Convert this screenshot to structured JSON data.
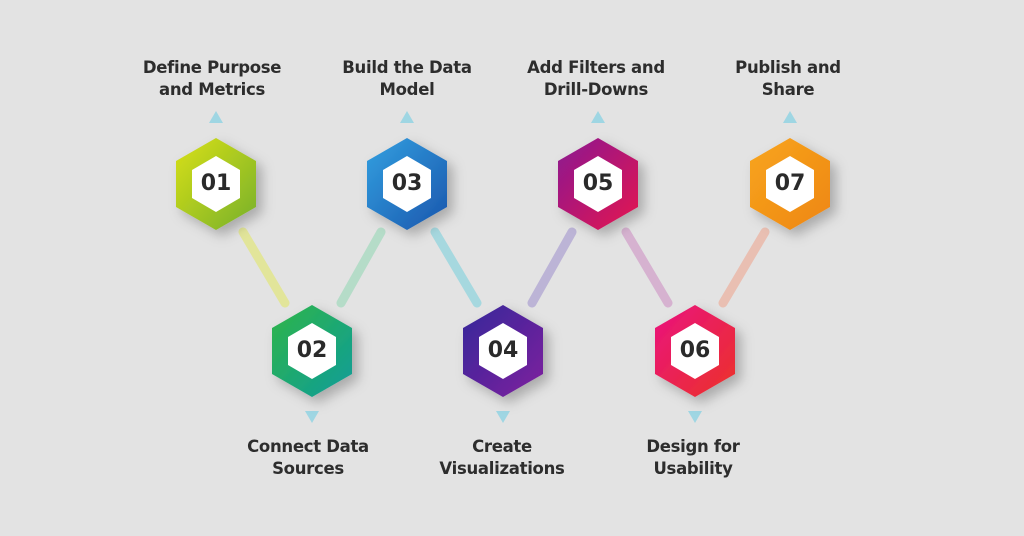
{
  "diagram": {
    "type": "process-steps-zigzag",
    "connector_color": "#9fd6e3",
    "steps": [
      {
        "number": "01",
        "label_line1": "Define Purpose",
        "label_line2": "and Metrics",
        "color_a": "#d4de1a",
        "color_b": "#7bb52a",
        "position": "top"
      },
      {
        "number": "02",
        "label_line1": "Connect Data",
        "label_line2": "Sources",
        "color_a": "#2bb34a",
        "color_b": "#11a097",
        "position": "bottom"
      },
      {
        "number": "03",
        "label_line1": "Build the Data",
        "label_line2": "Model",
        "color_a": "#2f8fd8",
        "color_b": "#1a5cb0",
        "position": "top"
      },
      {
        "number": "04",
        "label_line1": "Create",
        "label_line2": "Visualizations",
        "color_a": "#3b2a9a",
        "color_b": "#7a1f9c",
        "position": "bottom"
      },
      {
        "number": "05",
        "label_line1": "Add Filters and",
        "label_line2": "Drill-Downs",
        "color_a": "#8e1a8e",
        "color_b": "#e0135a",
        "position": "top"
      },
      {
        "number": "06",
        "label_line1": "Design for",
        "label_line2": "Usability",
        "color_a": "#e8137a",
        "color_b": "#ea2d2d",
        "position": "bottom"
      },
      {
        "number": "07",
        "label_line1": "Publish and",
        "label_line2": "Share",
        "color_a": "#f7a21b",
        "color_b": "#ef8a12",
        "position": "top"
      }
    ],
    "connectors": [
      {
        "from": "01",
        "to": "02",
        "color": "#e2e59a"
      },
      {
        "from": "02",
        "to": "03",
        "color": "#b5dcc8"
      },
      {
        "from": "03",
        "to": "04",
        "color": "#a6d8df"
      },
      {
        "from": "04",
        "to": "05",
        "color": "#bcb4d6"
      },
      {
        "from": "05",
        "to": "06",
        "color": "#d6b2d0"
      },
      {
        "from": "06",
        "to": "07",
        "color": "#e9bfb2"
      }
    ]
  }
}
